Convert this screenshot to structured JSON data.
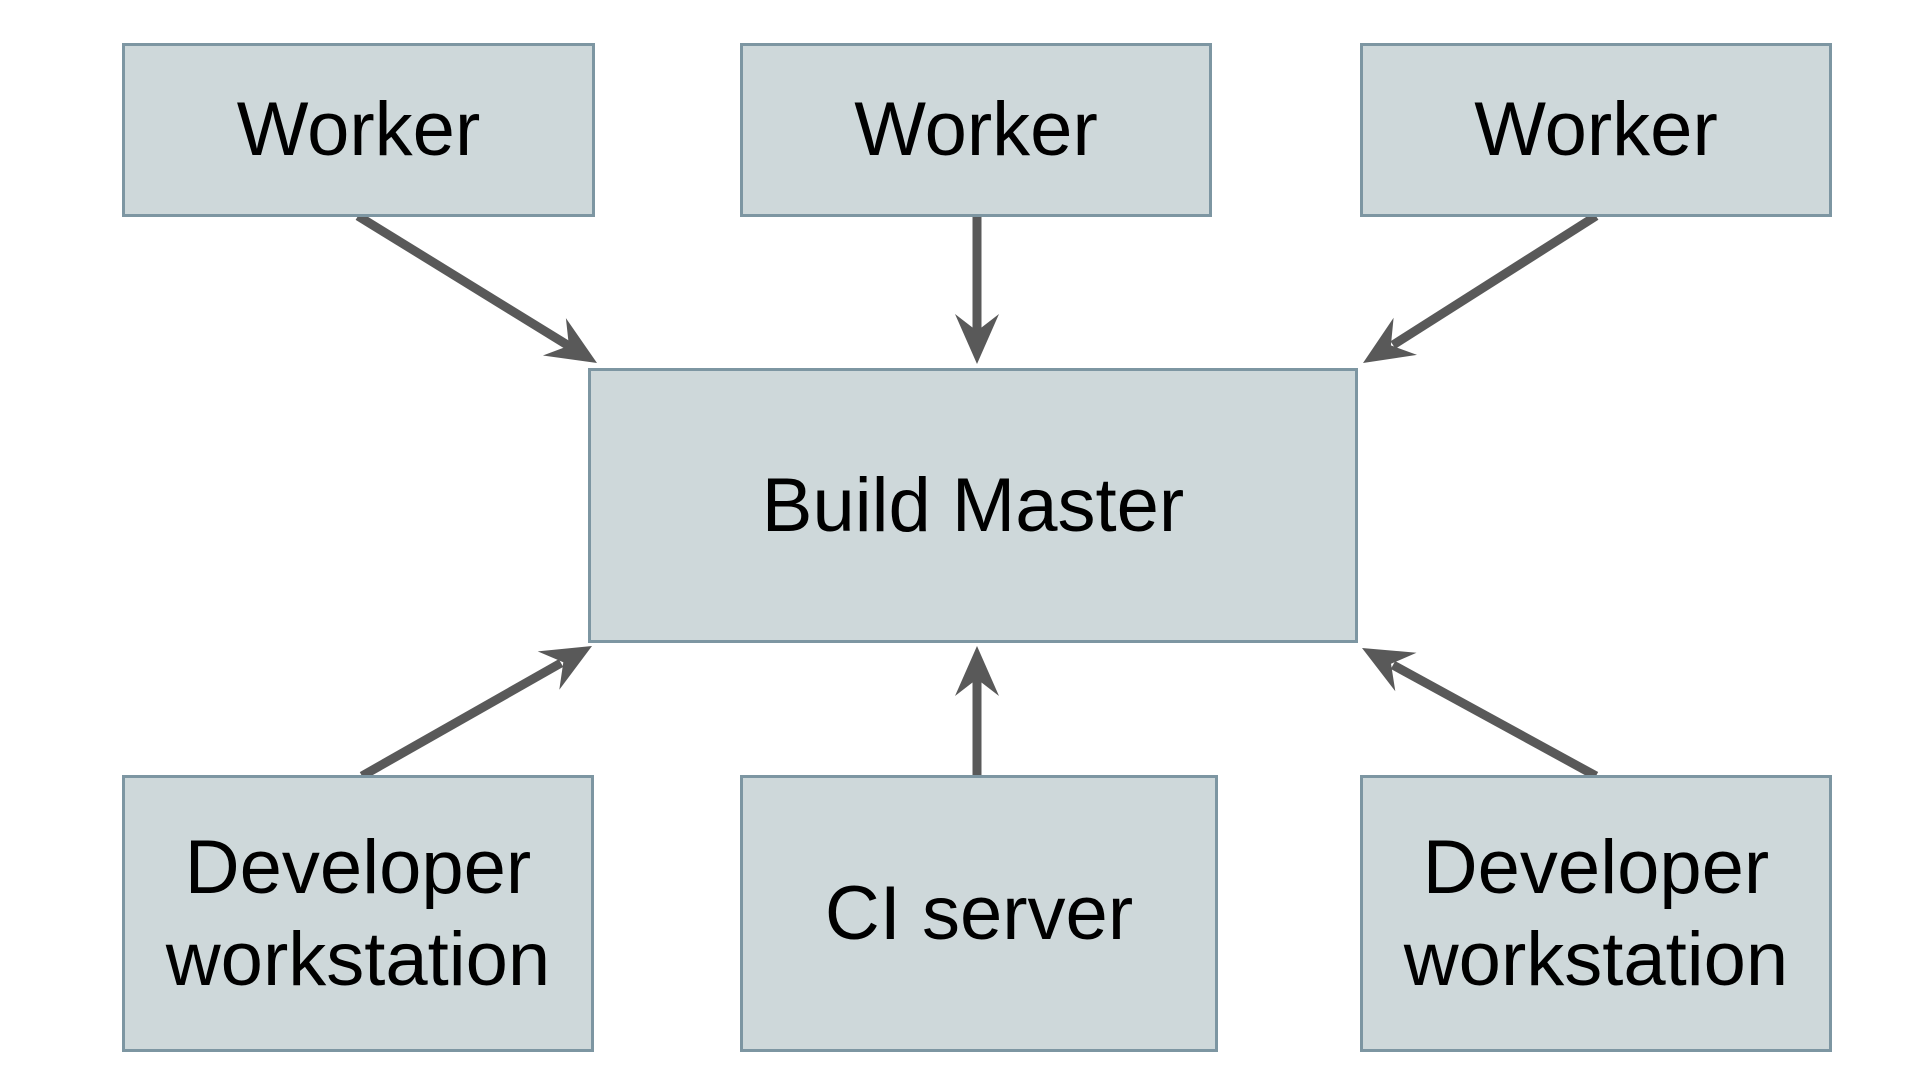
{
  "diagram": {
    "nodes": {
      "worker_left": {
        "label": "Worker"
      },
      "worker_center": {
        "label": "Worker"
      },
      "worker_right": {
        "label": "Worker"
      },
      "build_master": {
        "label": "Build Master"
      },
      "dev_workstation_left": {
        "label": "Developer workstation"
      },
      "ci_server": {
        "label": "CI server"
      },
      "dev_workstation_right": {
        "label": "Developer workstation"
      }
    },
    "edges": [
      {
        "from": "worker_left",
        "to": "build_master",
        "direction": "down-right"
      },
      {
        "from": "worker_center",
        "to": "build_master",
        "direction": "down"
      },
      {
        "from": "worker_right",
        "to": "build_master",
        "direction": "down-left"
      },
      {
        "from": "dev_workstation_left",
        "to": "build_master",
        "direction": "up-right"
      },
      {
        "from": "ci_server",
        "to": "build_master",
        "direction": "up"
      },
      {
        "from": "dev_workstation_right",
        "to": "build_master",
        "direction": "up-left"
      }
    ],
    "colors": {
      "background": "#ffffff",
      "node_fill": "#ced8da",
      "node_border": "#7d96a2",
      "arrow": "#595959",
      "text": "#000000"
    }
  }
}
